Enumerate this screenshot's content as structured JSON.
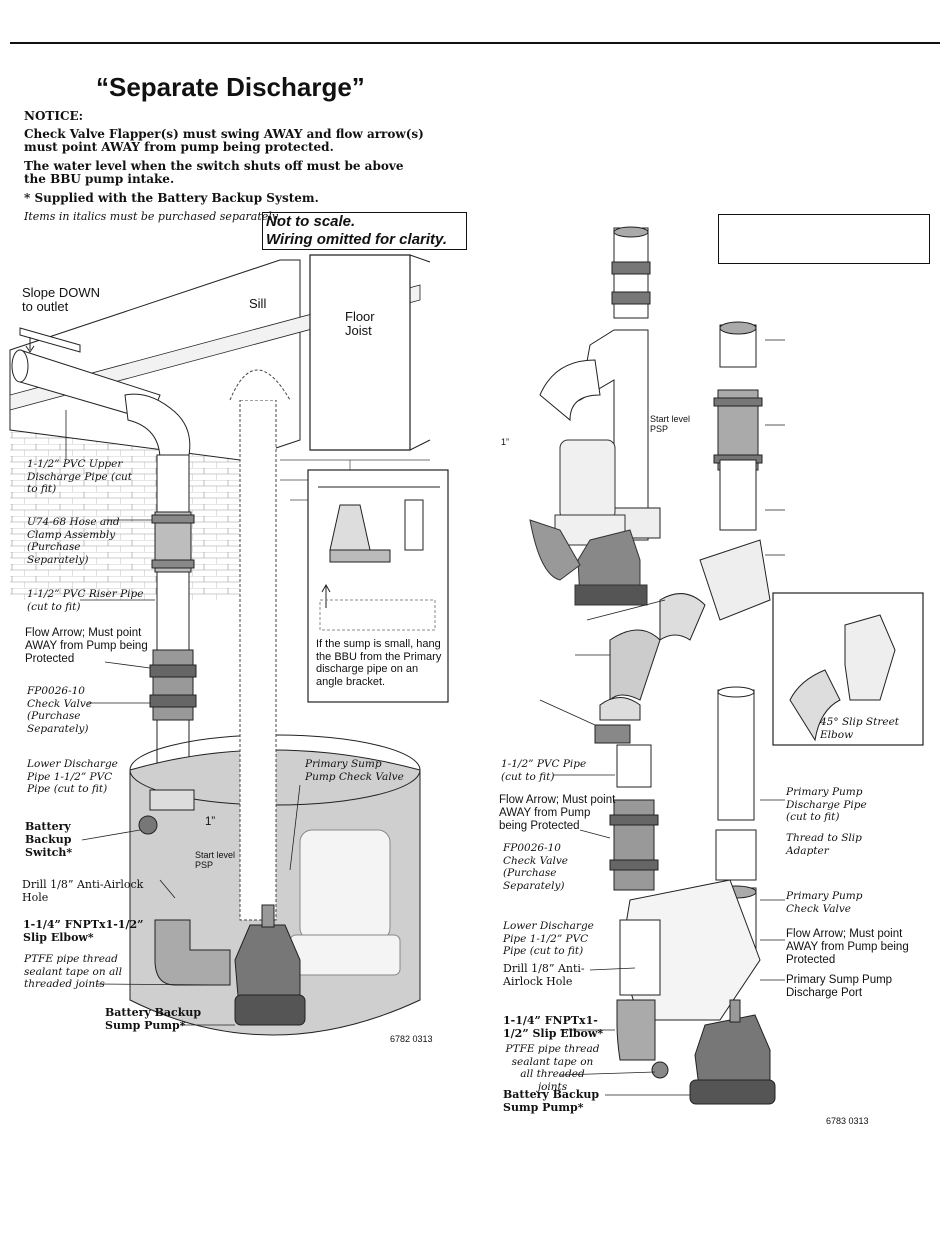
{
  "title": "“Separate Discharge”",
  "notice": {
    "heading": "NOTICE:",
    "line1": "Check Valve Flapper(s) must swing AWAY and flow arrow(s) must point AWAY from pump being protected.",
    "line2": "The water level when the switch shuts off must be above the BBU pump intake.",
    "line3": "* Supplied with the Battery Backup System.",
    "italic": "Items in italics must be purchased separately."
  },
  "scale_box": {
    "line1": "Not to scale.",
    "line2": "Wiring omitted for clarity."
  },
  "left": {
    "slope": "Slope DOWN to outlet",
    "sill": "Sill",
    "floor_joist": "Floor Joist",
    "upper_pipe": "1-1/2” PVC Upper Discharge Pipe (cut to fit)",
    "hose_clamp": "U74-68 Hose and Clamp Assembly (Purchase Separately)",
    "riser_pipe": "1-1/2” PVC Riser Pipe (cut to fit)",
    "flow_arrow": "Flow Arrow; Must point AWAY from Pump being Protected",
    "check_valve": "FP0026-10 Check Valve (Purchase Separately)",
    "lower_pipe": "Lower Discharge Pipe 1-1/2” PVC Pipe (cut to fit)",
    "bb_switch": "Battery Backup Switch*",
    "drill": "Drill 1/8” Anti-Airlock Hole",
    "slip_elbow": "1-1/4” FNPTx1-1/2” Slip Elbow*",
    "ptfe": "PTFE pipe thread sealant tape on all threaded joints",
    "bb_pump": "Battery Backup Sump Pump*",
    "primary_cv": "Primary Sump Pump Check Valve",
    "one_inch": "1”",
    "start_level": "Start level PSP",
    "small_sump": "If the sump is small, hang the BBU from the Primary discharge pipe on an angle bracket.",
    "code": "6782 0313"
  },
  "right": {
    "start_level": "Start level PSP",
    "one_inch": "1”",
    "slip_street": "45° Slip Street Elbow",
    "pvc_pipe": "1-1/2” PVC Pipe (cut to fit)",
    "flow_arrow": "Flow Arrow; Must point AWAY from Pump being Protected",
    "check_valve": "FP0026-10 Check Valve (Purchase Separately)",
    "lower_pipe": "Lower Discharge Pipe 1-1/2” PVC Pipe (cut to fit)",
    "drill": "Drill 1/8” Anti-Airlock Hole",
    "slip_elbow": "1-1/4” FNPTx1-1/2” Slip Elbow*",
    "ptfe": "PTFE pipe thread sealant tape on all threaded joints",
    "bb_pump": "Battery Backup Sump Pump*",
    "primary_pipe": "Primary Pump Discharge Pipe (cut to fit)",
    "thread_slip": "Thread to Slip Adapter",
    "primary_cv": "Primary Pump Check Valve",
    "flow_arrow2": "Flow Arrow; Must point AWAY from Pump being Protected",
    "discharge_port": "Primary Sump Pump Discharge Port",
    "code": "6783 0313"
  }
}
